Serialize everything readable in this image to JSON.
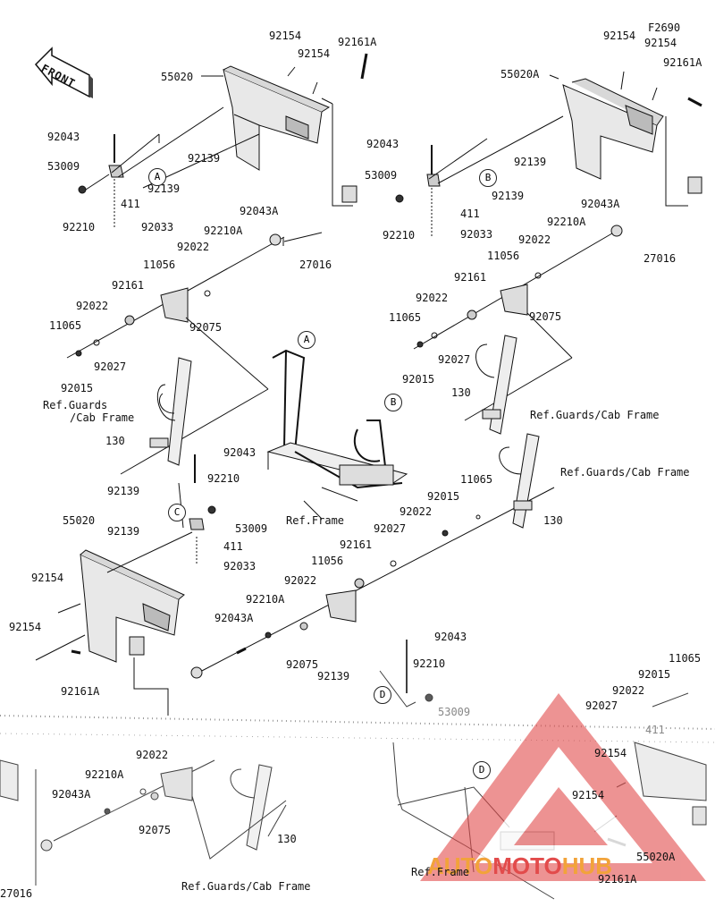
{
  "diagram": {
    "front_label": "FRONT",
    "figure_code": "F2690",
    "watermark": {
      "part1": "AUTO",
      "part2": "MOTO",
      "part3": "HUB",
      "color1": "#f2a33a",
      "color2": "#e24b4b"
    },
    "labels": [
      {
        "id": "l1",
        "text": "92154"
      },
      {
        "id": "l2",
        "text": "92161A"
      },
      {
        "id": "l3",
        "text": "92154"
      },
      {
        "id": "l4",
        "text": "55020"
      },
      {
        "id": "l5",
        "text": "92043"
      },
      {
        "id": "l6",
        "text": "92139"
      },
      {
        "id": "l7",
        "text": "53009"
      },
      {
        "id": "l8",
        "text": "92139"
      },
      {
        "id": "l9",
        "text": "411"
      },
      {
        "id": "l10",
        "text": "92210"
      },
      {
        "id": "l11",
        "text": "92033"
      },
      {
        "id": "l12",
        "text": "92043A"
      },
      {
        "id": "l13",
        "text": "92210A"
      },
      {
        "id": "l14",
        "text": "92022"
      },
      {
        "id": "l15",
        "text": "11056"
      },
      {
        "id": "l16",
        "text": "92161"
      },
      {
        "id": "l17",
        "text": "92022"
      },
      {
        "id": "l18",
        "text": "11065"
      },
      {
        "id": "l19",
        "text": "92075"
      },
      {
        "id": "l20",
        "text": "92027"
      },
      {
        "id": "l21",
        "text": "92015"
      },
      {
        "id": "l22",
        "text": "Ref.Guards"
      },
      {
        "id": "l23",
        "text": "/Cab Frame"
      },
      {
        "id": "l24",
        "text": "130"
      },
      {
        "id": "l25",
        "text": "27016"
      },
      {
        "id": "r1",
        "text": "92154"
      },
      {
        "id": "r2",
        "text": "F2690"
      },
      {
        "id": "r3",
        "text": "92154"
      },
      {
        "id": "r4",
        "text": "92161A"
      },
      {
        "id": "r5",
        "text": "55020A"
      },
      {
        "id": "r6",
        "text": "92043"
      },
      {
        "id": "r7",
        "text": "92139"
      },
      {
        "id": "r8",
        "text": "53009"
      },
      {
        "id": "r9",
        "text": "92139"
      },
      {
        "id": "r10",
        "text": "411"
      },
      {
        "id": "r11",
        "text": "92210"
      },
      {
        "id": "r12",
        "text": "92033"
      },
      {
        "id": "r13",
        "text": "92043A"
      },
      {
        "id": "r14",
        "text": "92210A"
      },
      {
        "id": "r15",
        "text": "92022"
      },
      {
        "id": "r16",
        "text": "27016"
      },
      {
        "id": "r17",
        "text": "11056"
      },
      {
        "id": "r18",
        "text": "92161"
      },
      {
        "id": "r19",
        "text": "92022"
      },
      {
        "id": "r20",
        "text": "11065"
      },
      {
        "id": "r21",
        "text": "92075"
      },
      {
        "id": "r22",
        "text": "92027"
      },
      {
        "id": "r23",
        "text": "92015"
      },
      {
        "id": "r24",
        "text": "130"
      },
      {
        "id": "r25",
        "text": "Ref.Guards/Cab Frame"
      },
      {
        "id": "m1",
        "text": "Ref.Frame"
      },
      {
        "id": "m2",
        "text": "92043"
      },
      {
        "id": "m3",
        "text": "92210"
      },
      {
        "id": "m4",
        "text": "92139"
      },
      {
        "id": "m5",
        "text": "53009"
      },
      {
        "id": "m6",
        "text": "92139"
      },
      {
        "id": "m7",
        "text": "411"
      },
      {
        "id": "m8",
        "text": "92033"
      },
      {
        "id": "m9",
        "text": "55020"
      },
      {
        "id": "m10",
        "text": "92154"
      },
      {
        "id": "m11",
        "text": "92154"
      },
      {
        "id": "m12",
        "text": "92161A"
      },
      {
        "id": "m13",
        "text": "Ref.Guards/Cab Frame"
      },
      {
        "id": "m14",
        "text": "11065"
      },
      {
        "id": "m15",
        "text": "92015"
      },
      {
        "id": "m16",
        "text": "92022"
      },
      {
        "id": "m17",
        "text": "92027"
      },
      {
        "id": "m18",
        "text": "92161"
      },
      {
        "id": "m19",
        "text": "11056"
      },
      {
        "id": "m20",
        "text": "92022"
      },
      {
        "id": "m21",
        "text": "92210A"
      },
      {
        "id": "m22",
        "text": "92043A"
      },
      {
        "id": "m23",
        "text": "92075"
      },
      {
        "id": "m24",
        "text": "130"
      },
      {
        "id": "b1",
        "text": "92043"
      },
      {
        "id": "b2",
        "text": "92210"
      },
      {
        "id": "b3",
        "text": "92139"
      },
      {
        "id": "b4",
        "text": "53009"
      },
      {
        "id": "b5",
        "text": "11065"
      },
      {
        "id": "b6",
        "text": "92015"
      },
      {
        "id": "b7",
        "text": "92022"
      },
      {
        "id": "b8",
        "text": "92027"
      },
      {
        "id": "b9",
        "text": "411"
      },
      {
        "id": "b10",
        "text": "92154"
      },
      {
        "id": "b11",
        "text": "92154"
      },
      {
        "id": "b12",
        "text": "55020A"
      },
      {
        "id": "b13",
        "text": "92161A"
      },
      {
        "id": "b14",
        "text": "92022"
      },
      {
        "id": "b15",
        "text": "92210A"
      },
      {
        "id": "b16",
        "text": "92043A"
      },
      {
        "id": "b17",
        "text": "92075"
      },
      {
        "id": "b18",
        "text": "130"
      },
      {
        "id": "b19",
        "text": "27016"
      },
      {
        "id": "b20",
        "text": "Ref.Guards/Cab Frame"
      },
      {
        "id": "b21",
        "text": "Ref.Frame"
      }
    ],
    "bubbles": [
      {
        "id": "ba",
        "text": "A"
      },
      {
        "id": "bb",
        "text": "B"
      },
      {
        "id": "bma",
        "text": "A"
      },
      {
        "id": "bmb",
        "text": "B"
      },
      {
        "id": "bc",
        "text": "C"
      },
      {
        "id": "bd",
        "text": "D"
      },
      {
        "id": "bd2",
        "text": "D"
      }
    ]
  }
}
